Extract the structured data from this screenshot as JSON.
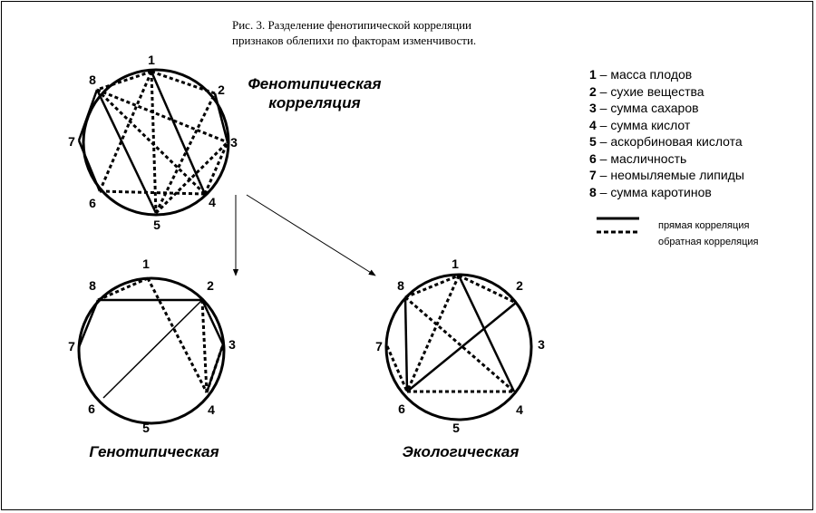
{
  "caption": {
    "line1": "Рис. 3. Разделение фенотипической корреляции",
    "line2": "признаков облепихи по факторам изменчивости."
  },
  "diagrams": [
    {
      "id": "phenotypic",
      "title_line1": "Фенотипическая",
      "title_line2": "корреляция",
      "labels": [
        "1",
        "2",
        "3",
        "4",
        "5",
        "6",
        "7",
        "8"
      ],
      "direct": [
        [
          1,
          4
        ],
        [
          8,
          5
        ],
        [
          7,
          6
        ],
        [
          7,
          8
        ],
        [
          2,
          3
        ]
      ],
      "inverse": [
        [
          1,
          8
        ],
        [
          1,
          2
        ],
        [
          1,
          6
        ],
        [
          1,
          5
        ],
        [
          8,
          3
        ],
        [
          8,
          4
        ],
        [
          6,
          4
        ],
        [
          5,
          3
        ],
        [
          5,
          2
        ],
        [
          4,
          3
        ]
      ]
    },
    {
      "id": "genotypic",
      "title_line1": "Генотипическая",
      "title_line2": "",
      "labels": [
        "1",
        "2",
        "3",
        "4",
        "5",
        "6",
        "7",
        "8"
      ],
      "direct": [
        [
          8,
          2
        ],
        [
          2,
          6
        ],
        [
          7,
          8
        ],
        [
          2,
          3
        ],
        [
          4,
          3
        ]
      ],
      "inverse": [
        [
          8,
          1
        ],
        [
          1,
          4
        ],
        [
          2,
          4
        ],
        [
          4,
          3
        ]
      ]
    },
    {
      "id": "ecological",
      "title_line1": "Экологическая",
      "title_line2": "",
      "labels": [
        "1",
        "2",
        "3",
        "4",
        "5",
        "6",
        "7",
        "8"
      ],
      "direct": [
        [
          1,
          4
        ],
        [
          8,
          6
        ],
        [
          6,
          2
        ]
      ],
      "inverse": [
        [
          8,
          1
        ],
        [
          1,
          2
        ],
        [
          1,
          6
        ],
        [
          8,
          4
        ],
        [
          6,
          4
        ],
        [
          7,
          6
        ]
      ]
    }
  ],
  "legend": {
    "items": [
      {
        "num": "1",
        "text": " – масса плодов"
      },
      {
        "num": "2",
        "text": " – сухие вещества"
      },
      {
        "num": "3",
        "text": " – сумма сахаров"
      },
      {
        "num": "4",
        "text": " – сумма кислот"
      },
      {
        "num": "5",
        "text": " – аскорбиновая кислота"
      },
      {
        "num": "6",
        "text": " – масличность"
      },
      {
        "num": "7",
        "text": " – неомыляемые липиды"
      },
      {
        "num": "8",
        "text": " – сумма каротинов"
      }
    ],
    "direct_label": "прямая корреляция",
    "inverse_label": "обратная корреляция"
  }
}
